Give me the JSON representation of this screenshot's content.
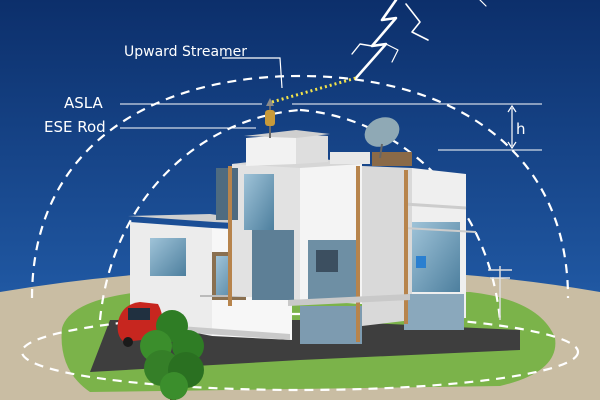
{
  "labels": {
    "upward_streamer": "Upward Streamer",
    "asla": "ASLA",
    "ese_rod": "ESE Rod",
    "height": "h"
  },
  "colors": {
    "sky_top": "#0c2f6b",
    "sky_bottom": "#2d6fb8",
    "ground": "#c9bda3",
    "lawn": "#7bb34a",
    "streamer": "#f3e34a",
    "protection_dome": "#ffffff"
  }
}
